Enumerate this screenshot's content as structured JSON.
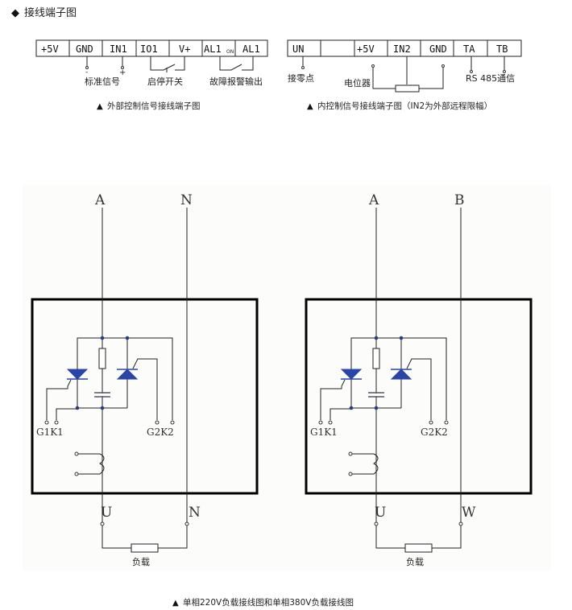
{
  "title": "接线端子图",
  "title_icon": "diamond-icon",
  "external_strip": {
    "cells": [
      "+5V",
      "GND",
      "IN1",
      "IO1",
      "V+",
      "AL1",
      "AL1"
    ],
    "al1_subscript": "ON",
    "minus": "-",
    "plus": "+",
    "labels": {
      "signal": "标准信号",
      "switch": "启停开关",
      "alarm": "故障报警输出"
    },
    "caption": "外部控制信号接线端子图"
  },
  "internal_strip": {
    "cells": [
      "UN",
      "",
      "+5V",
      "IN2",
      "GND",
      "TA",
      "TB"
    ],
    "labels": {
      "neutral": "接零点",
      "pot": "电位器",
      "rs485": "RS 485通信"
    },
    "caption": "内控制信号接线端子图（IN2为外部远程限幅）"
  },
  "wiring": {
    "left": {
      "top": [
        "A",
        "N"
      ],
      "bottom": [
        "U",
        "N"
      ],
      "gk1": "G1K1",
      "gk2": "G2K2",
      "load": "负载"
    },
    "right": {
      "top": [
        "A",
        "B"
      ],
      "bottom": [
        "U",
        "W"
      ],
      "gk1": "G1K1",
      "gk2": "G2K2",
      "load": "负载"
    },
    "caption": "单相220V负载接线图和单相380V负载接线图"
  },
  "colors": {
    "thyristor": "#2a45a8"
  }
}
